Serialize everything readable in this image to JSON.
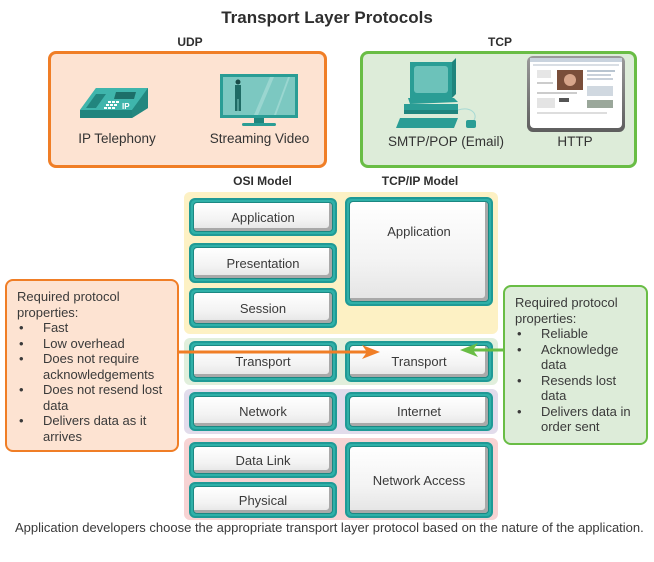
{
  "title": "Transport Layer Protocols",
  "udp": {
    "label": "UDP",
    "color": "#f07e26",
    "apps": [
      {
        "label": "IP Telephony",
        "icon": "ip-phone-icon"
      },
      {
        "label": "Streaming Video",
        "icon": "video-monitor-icon"
      }
    ],
    "properties_heading": "Required protocol properties:",
    "properties": [
      "Fast",
      "Low overhead",
      "Does not require acknowledgements",
      "Does not resend lost data",
      "Delivers data as it arrives"
    ]
  },
  "tcp": {
    "label": "TCP",
    "color": "#69bd45",
    "apps": [
      {
        "label": "SMTP/POP (Email)",
        "icon": "desktop-computer-icon"
      },
      {
        "label": "HTTP",
        "icon": "web-page-icon"
      }
    ],
    "properties_heading": "Required protocol properties:",
    "properties": [
      "Reliable",
      "Acknowledge data",
      "Resends lost data",
      "Delivers data in order sent"
    ]
  },
  "osi": {
    "heading": "OSI Model",
    "layers": [
      "Application",
      "Presentation",
      "Session",
      "Transport",
      "Network",
      "Data Link",
      "Physical"
    ]
  },
  "tcpip": {
    "heading": "TCP/IP Model",
    "layers": [
      "Application",
      "Transport",
      "Internet",
      "Network Access"
    ]
  },
  "bullet": "•",
  "footer": "Application developers choose the appropriate transport layer protocol based on the nature of the application."
}
